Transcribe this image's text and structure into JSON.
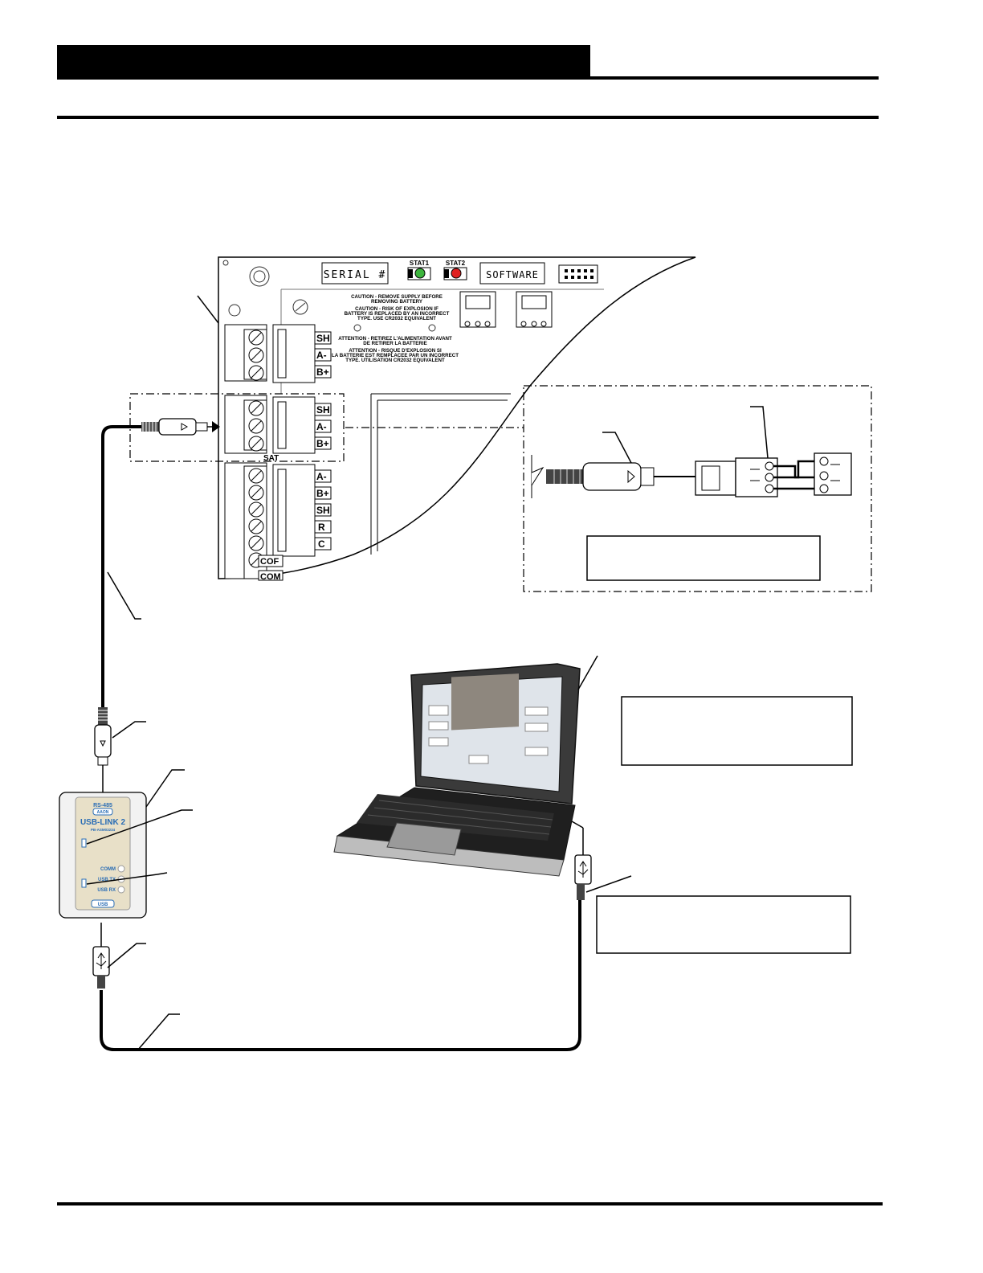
{
  "board": {
    "serial_label": "SERIAL #",
    "software_label": "SOFTWARE",
    "stat1": "STAT1",
    "stat2": "STAT2",
    "terminals_top": [
      "SH",
      "A-",
      "B+"
    ],
    "terminals_mid": [
      "SH",
      "A-",
      "B+"
    ],
    "sat_label": "SAT",
    "terminals_bottom": [
      "A-",
      "B+",
      "SH",
      "R",
      "C"
    ],
    "cof_label": "COF",
    "com_label": "COM",
    "caution_lines": [
      "CAUTION - REMOVE SUPPLY BEFORE",
      "REMOVING BATTERY",
      "CAUTION - RISK OF EXPLOSION IF",
      "BATTERY IS REPLACED BY AN INCORRECT",
      "TYPE. USE CR2032 EQUIVALENT"
    ],
    "attention_lines": [
      "ATTENTION - RETIREZ L'ALIMENTATION AVANT",
      "DE RETIRER LA BATTERIE",
      "ATTENTION - RISQUE D'EXPLOSION SI",
      "LA BATTERIE EST REMPLACEE PAR UN INCORRECT",
      "TYPE. UTILISATION CR2032 EQUIVALENT"
    ]
  },
  "usb_link": {
    "protocol": "RS-485",
    "brand": "AAON",
    "name": "USB-LINK 2",
    "part": "PB-ASM03234",
    "led_comm": "COMM",
    "led_usb_tx": "USB TX",
    "led_usb_rx": "USB RX",
    "port": "USB"
  },
  "colors": {
    "stat1_led": "#3db53d",
    "stat2_led": "#e02020",
    "usb_link_label": "#2a6db5"
  }
}
